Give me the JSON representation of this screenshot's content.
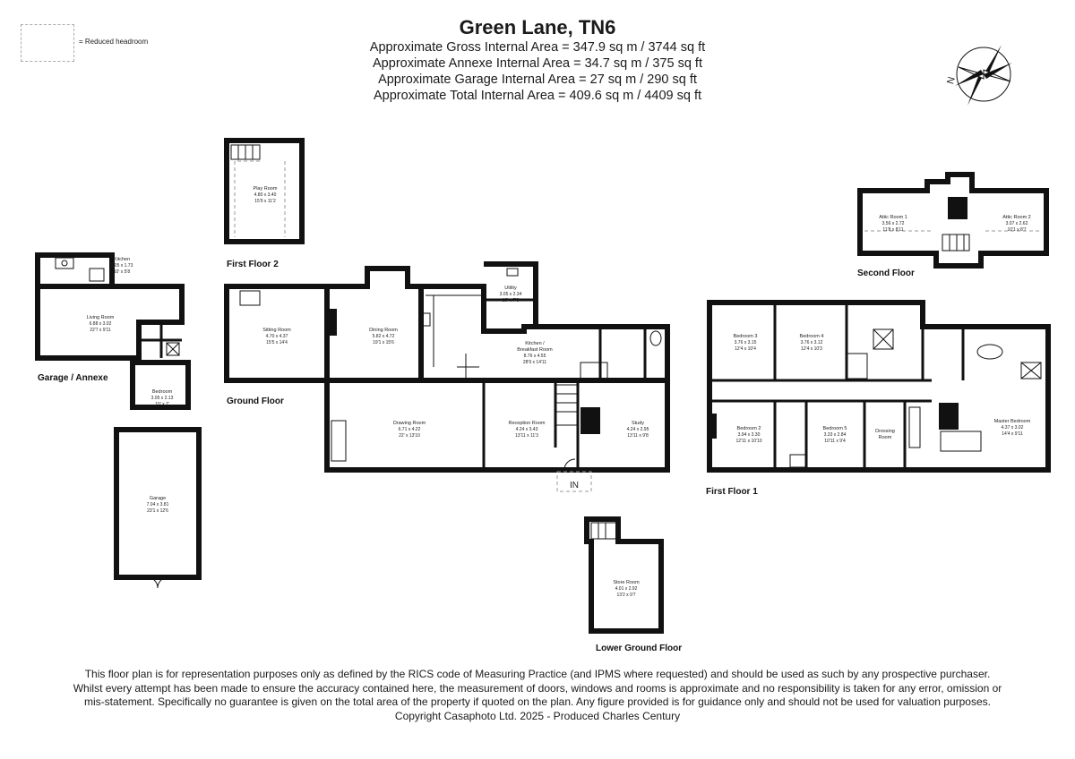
{
  "header": {
    "title": "Green Lane, TN6",
    "areas": [
      "Approximate Gross Internal Area = 347.9 sq m / 3744 sq ft",
      "Approximate Annexe Internal Area = 34.7 sq m / 375 sq ft",
      "Approximate Garage Internal Area = 27 sq m / 290 sq ft",
      "Approximate Total Internal Area = 409.6 sq m / 4409 sq ft"
    ]
  },
  "legend": {
    "text": "= Reduced headroom"
  },
  "compass": {
    "label": "N"
  },
  "entrance": {
    "label": "IN"
  },
  "floors": {
    "garage_annexe": "Garage / Annexe",
    "first_floor_2": "First Floor 2",
    "ground": "Ground Floor",
    "second": "Second Floor",
    "first_floor_1": "First Floor 1",
    "lower_ground": "Lower Ground Floor"
  },
  "rooms": {
    "kitchen_annexe": {
      "name": "Kitchen",
      "metric": "3.05 x 1.73",
      "imperial": "10' x 5'8"
    },
    "living_room": {
      "name": "Living Room",
      "metric": "6.88 x 3.02",
      "imperial": "22'7 x 9'11"
    },
    "bedroom_annexe": {
      "name": "Bedroom",
      "metric": "3.05 x 2.13",
      "imperial": "10' x 7'"
    },
    "garage": {
      "name": "Garage",
      "metric": "7.04 x 3.81",
      "imperial": "23'1 x 12'6"
    },
    "play_room": {
      "name": "Play Room",
      "metric": "4.80 x 3.40",
      "imperial": "15'9 x 11'2"
    },
    "sitting_room": {
      "name": "Sitting Room",
      "metric": "4.70 x 4.37",
      "imperial": "15'5 x 14'4"
    },
    "dining_room": {
      "name": "Dining Room",
      "metric": "5.82 x 4.72",
      "imperial": "19'1 x 15'6"
    },
    "utility": {
      "name": "Utility",
      "metric": "3.05 x 2.34",
      "imperial": "10' x 7'8"
    },
    "kitchen_breakfast": {
      "name": "Kitchen /",
      "name2": "Breakfast Room",
      "metric": "8.76 x 4.55",
      "imperial": "28'9 x 14'11"
    },
    "drawing_room": {
      "name": "Drawing Room",
      "metric": "6.71 x 4.22",
      "imperial": "22' x 13'10"
    },
    "reception_room": {
      "name": "Reception Room",
      "metric": "4.24 x 3.43",
      "imperial": "13'11 x 11'3"
    },
    "study": {
      "name": "Study",
      "metric": "4.24 x 2.95",
      "imperial": "13'11 x 9'8"
    },
    "store_room": {
      "name": "Store Room",
      "metric": "4.01 x 2.92",
      "imperial": "13'2 x 9'7"
    },
    "attic_room_1": {
      "name": "Attic Room 1",
      "metric": "3.56 x 2.72",
      "imperial": "11'8 x 8'11"
    },
    "attic_room_2": {
      "name": "Attic Room 2",
      "metric": "3.07 x 2.62",
      "imperial": "10'1 x 8'7"
    },
    "bedroom_3": {
      "name": "Bedroom 3",
      "metric": "3.76 x 3.15",
      "imperial": "12'4 x 10'4"
    },
    "bedroom_4": {
      "name": "Bedroom 4",
      "metric": "3.76 x 3.12",
      "imperial": "12'4 x 10'3"
    },
    "bedroom_2": {
      "name": "Bedroom 2",
      "metric": "3.94 x 3.30",
      "imperial": "12'11 x 10'10"
    },
    "bedroom_5": {
      "name": "Bedroom 5",
      "metric": "3.33 x 2.84",
      "imperial": "10'11 x 9'4"
    },
    "dressing_room": {
      "name": "Dressing",
      "name2": "Room"
    },
    "master_bedroom": {
      "name": "Master Bedroom",
      "metric": "4.37 x 3.02",
      "imperial": "14'4 x 9'11"
    }
  },
  "footer": {
    "disclaimer": "This floor plan is for representation purposes only as defined by the RICS code of Measuring Practice (and IPMS where requested) and should be used as such by any prospective purchaser. Whilst every attempt has been made to ensure the accuracy contained here, the measurement of doors, windows and rooms is approximate and no responsibility is taken for any error, omission or mis-statement. Specifically no guarantee is given on the total area of the property if quoted on the plan. Any figure provided is for guidance only and should not be used for valuation purposes.",
    "copyright": "Copyright Casaphoto Ltd. 2025 - Produced Charles Century"
  }
}
